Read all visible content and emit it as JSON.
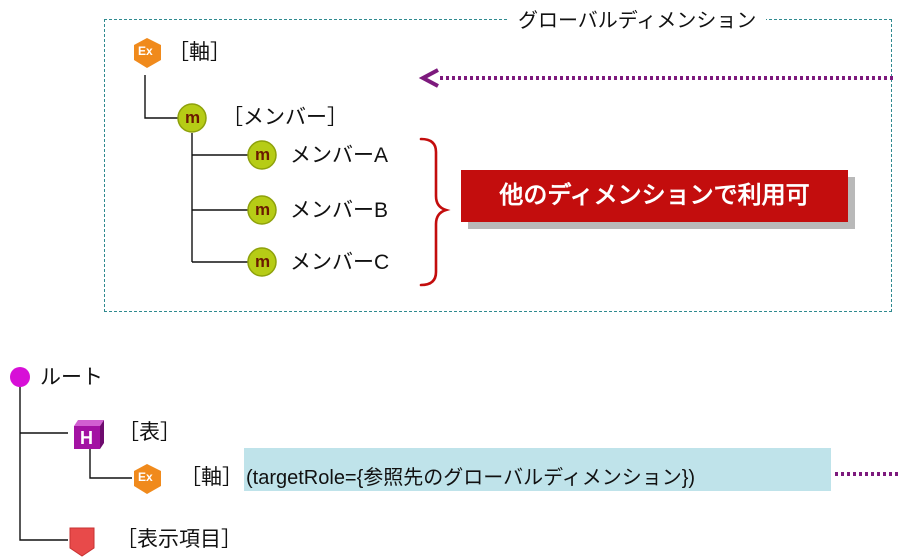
{
  "global_dimension": {
    "label": "グローバルディメンション",
    "axis_label": "［軸］",
    "member_root_label": "［メンバー］",
    "members": [
      "メンバーA",
      "メンバーB",
      "メンバーC"
    ],
    "callout": "他のディメンションで利用可"
  },
  "tree": {
    "root_label": "ルート",
    "table_label": "［表］",
    "axis_label": "［軸］",
    "target_role_text": "(targetRole={参照先のグローバルディメンション})",
    "display_items_label": "［表示項目］"
  },
  "icons": {
    "ex_badge_text": "Ex",
    "member_badge_text": "m",
    "hypercube_text": "H"
  },
  "colors": {
    "ex_orange": "#f08a1c",
    "member_green": "#b6cc16",
    "member_text": "#6b1a00",
    "hypercube_purple": "#a312a3",
    "root_magenta": "#d70fd7",
    "display_red": "#e84a4a",
    "arrow_purple": "#7d1a7d",
    "callout_red": "#c30d0d",
    "highlight_blue": "#bfe3ea",
    "dashed_border": "#2f8a8f"
  }
}
